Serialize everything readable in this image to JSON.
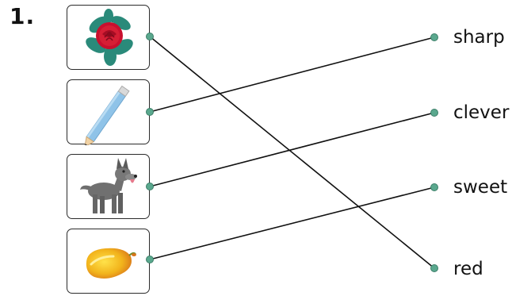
{
  "question": {
    "number": "1."
  },
  "pictures": [
    {
      "icon": "rose-icon"
    },
    {
      "icon": "pencil-icon"
    },
    {
      "icon": "dog-icon"
    },
    {
      "icon": "mango-icon"
    }
  ],
  "words": [
    {
      "label": "sharp"
    },
    {
      "label": "clever"
    },
    {
      "label": "sweet"
    },
    {
      "label": "red"
    }
  ],
  "matches": [
    {
      "picture": 0,
      "word": 3
    },
    {
      "picture": 1,
      "word": 0
    },
    {
      "picture": 2,
      "word": 1
    },
    {
      "picture": 3,
      "word": 2
    }
  ],
  "colors": {
    "dot": "#5aa88e",
    "line": "#111111",
    "border": "#2b2b2b"
  }
}
